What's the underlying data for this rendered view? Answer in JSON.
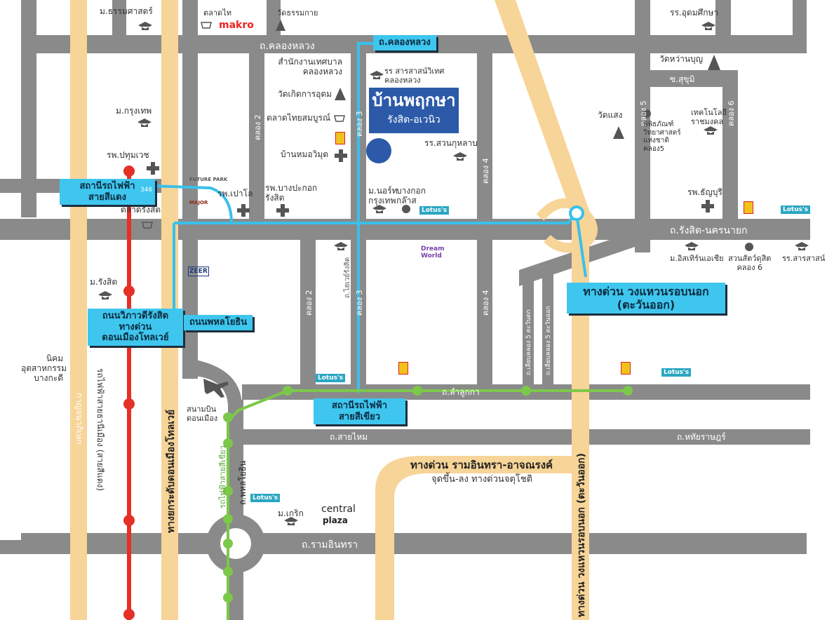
{
  "project": {
    "name": "บ้านพฤกษา",
    "sub": "รังสิต-อเวนิว"
  },
  "roads": {
    "khlong_luang": "ถ.คลองหลวง",
    "rangsit_nakhon_nayok": "ถ.รังสิต-นครนายก",
    "lam_luk_ka": "ถ.ลำลูกกา",
    "sai_mai": "ถ.สายไหม",
    "hathai_rat": "ถ.หทัยราษฎร์",
    "ram_inthra": "ถ.รามอินทรา",
    "phahon_yothin_v": "ถ.พหลโยธิน",
    "su_khum_wit": "ซ.สุขุมิ",
    "khlong2_a": "คลอง 2",
    "khlong3_a": "คลอง 3",
    "khlong4_a": "คลอง 4",
    "khlong5": "คลอง 5",
    "khlong6": "คลอง 6",
    "khlong2_b": "คลอง 2",
    "khlong3_b": "คลอง 3",
    "khlong4_b": "คลอง 4",
    "rangsit_charoen": "ถ.ไฮเวย์รังสิต",
    "liap_khlong_a": "ถ.เลียบคลอง 5 ตะวันตก",
    "liap_khlong_b": "ถ.เลียบคลอง 5 ตะวันออก",
    "phahon_yothin_main": "ทางยกระดับดอนเมืองโทลเวย์",
    "vibhavadi": "ถนนวิภาวดีรังสิต",
    "outer_ring_east": "ทางด่วน วงแหวนรอบนอก (ตะวันออก)",
    "red_line_v": "รถไฟฟ้าสายธานีเมือง (สายสีแดง)",
    "green_line_v": "รถไฟฟ้าสายสีเขียว",
    "kanchana": "กาญจนาภิเษก"
  },
  "callouts": {
    "khlong_luang": "ถ.คลองหลวง",
    "red_station": [
      "สถานีรถไฟฟ้า",
      "สายสีแดง"
    ],
    "vibhavadi": [
      "ถนนวิภาวดีรังสิต",
      "ทางด่วน",
      "ดอนเมืองโทลเวย์"
    ],
    "phahon": "ถนนพหลโยธิน",
    "green_station": [
      "สถานีรถไฟฟ้า",
      "สายสีเขียว"
    ],
    "outer_ring": [
      "ทางด่วน วงแหวนรอบนอก",
      "(ตะวันออก)"
    ],
    "ramindra_exp": "ทางด่วน รามอินทรา-อาจณรงค์",
    "ramindra_exp_sub": "จุดขึ้น-ลง ทางด่วนจตุโชติ"
  },
  "places": {
    "thammasat": "ม.ธรรมศาสตร์",
    "talad_thai": "ตลาดไท",
    "makro": "makro",
    "wat_thammakai": "วัดธรรมกาย",
    "udom_suksa": "รร.อุดมศึกษา",
    "wat_huan_bun": "วัดหว่านบุญ",
    "sam_nak_ngan": [
      "สำนักงานเทศบาล",
      "คลองหลวง"
    ],
    "sarasas": [
      "รร สารสาสน์วิเทศ",
      "คลองหลวง"
    ],
    "wat_koet": "วัดเกิดการอุดม",
    "talad_thai_som": "ตลาดไทยสมบูรณ์",
    "m_krungthep": "ม.กรุงเทพ",
    "rp_pathum": "รพ.ปทุมเวช",
    "future_park": "FUTURE PARK",
    "rp_paolo": "รพ.เปาโล",
    "ban_mo": "บ้านหมอวิมุต",
    "rp_bangpakok": [
      "รพ.บางปะกอก",
      "รังสิต"
    ],
    "rr_suan_kulap": "รร.สวนกุหลาบ",
    "m_north": [
      "ม.นอร์ท",
      "กรุงเทพ"
    ],
    "bangkok_klass": [
      "บางกอก",
      "กล๊าส"
    ],
    "wat_saeng": "วัดแสง",
    "museum": [
      "พิพิธภัณฑ์",
      "วิทยาศาสตร์",
      "แห่งชาติ",
      "คลอง5"
    ],
    "tech_rajamangala": [
      "เทคโนโลยี",
      "ราชมงคล"
    ],
    "rp_thanyaburi": "รพ.ธัญบุรี",
    "lotus": "Lotus's",
    "talad_rangsit": "ตลาดรังสิต",
    "m_rangsit": "ม.รังสิต",
    "dream_world": "Dream World",
    "asian_uni": "ม.อิสเทิร์นเอเชีย",
    "zoo": [
      "สวนสัตว์ดุสิต",
      "คลอง 6"
    ],
    "sarasas2": "รร.สารสาสน์",
    "nikhom": [
      "นิคม",
      "อุตสาหกรรม",
      "บางกะดี"
    ],
    "don_mueang": [
      "สนามบิน",
      "ดอนเมือง"
    ],
    "m_kerk": "ม.เกริก",
    "central": "central",
    "plaza": "plaza",
    "major": "MAJOR",
    "zeer": "ZEER",
    "km": "346"
  },
  "colors": {
    "road": "#8a8a8a",
    "expressway": "#f7d497",
    "red_line": "#e53027",
    "green_line": "#7cc84a",
    "blue_route": "#39c0eb",
    "project": "#2c5aa8",
    "callout": "#3ec6ee"
  }
}
